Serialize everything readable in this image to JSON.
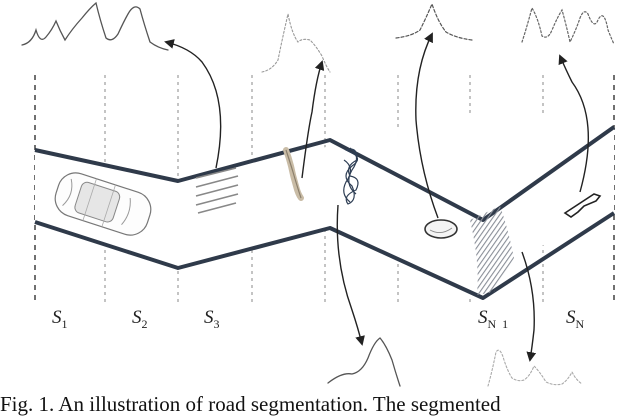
{
  "segments": [
    {
      "id": "s1",
      "sym": "S",
      "sub": "1"
    },
    {
      "id": "s2",
      "sym": "S",
      "sub": "2"
    },
    {
      "id": "s3",
      "sym": "S",
      "sub": "3"
    },
    {
      "id": "sn1",
      "sym": "S",
      "sub": "N  1"
    },
    {
      "id": "sn",
      "sym": "S",
      "sub": "N"
    }
  ],
  "caption": "Fig. 1.  An illustration of road segmentation. The segmented"
}
